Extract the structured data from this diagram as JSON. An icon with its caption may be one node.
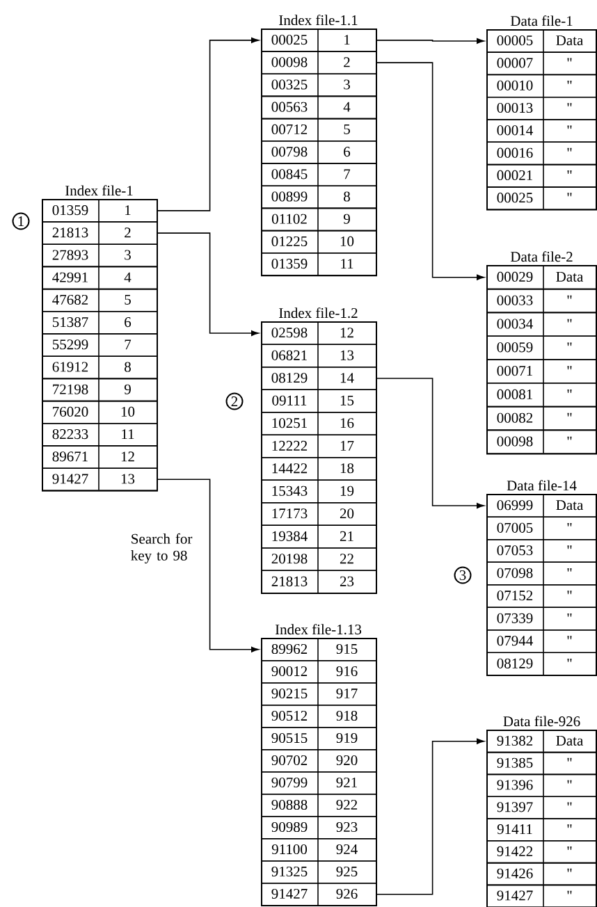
{
  "diagram": {
    "nodes": [
      {
        "text": [
          "1"
        ]
      },
      {
        "text": [
          "Index file-1"
        ]
      },
      {
        "text": [
          "01359",
          "1"
        ],
        "in": 1
      },
      {
        "text": [
          "21813",
          "2"
        ],
        "in": 1
      },
      {
        "text": [
          "27893",
          "3"
        ],
        "in": 1
      },
      {
        "text": [
          "42991",
          "4"
        ],
        "in": 1
      },
      {
        "text": [
          "47682",
          "5"
        ],
        "in": 1
      },
      {
        "text": [
          "51387",
          "6"
        ],
        "in": 1
      },
      {
        "text": [
          "55299",
          "7"
        ],
        "in": 1
      },
      {
        "text": [
          "61912",
          "8"
        ],
        "in": 1
      },
      {
        "text": [
          "72198",
          "9"
        ],
        "in": 1
      },
      {
        "text": [
          "76020",
          "10"
        ],
        "in": 1
      },
      {
        "text": [
          "82233",
          "11"
        ],
        "in": 1
      },
      {
        "text": [
          "89671",
          "12"
        ],
        "in": 1
      },
      {
        "text": [
          "91427",
          "13"
        ],
        "in": 1
      },
      {
        "text": [
          "Index file-1.1"
        ]
      },
      {
        "text": [
          "00025",
          "1"
        ],
        "in": 15
      },
      {
        "text": [
          "00098",
          "2"
        ],
        "in": 15
      },
      {
        "text": [
          "00325",
          "3"
        ],
        "in": 15
      },
      {
        "text": [
          "00563",
          "4"
        ],
        "in": 15
      },
      {
        "text": [
          "00712",
          "5"
        ],
        "in": 15
      },
      {
        "text": [
          "00798",
          "6"
        ],
        "in": 15
      },
      {
        "text": [
          "00845",
          "7"
        ],
        "in": 15
      },
      {
        "text": [
          "00899",
          "8"
        ],
        "in": 15
      },
      {
        "text": [
          "01102",
          "9"
        ],
        "in": 15
      },
      {
        "text": [
          "01225",
          "10"
        ],
        "in": 15
      },
      {
        "text": [
          "01359",
          "11"
        ],
        "in": 15
      },
      {
        "text": [
          "2"
        ]
      },
      {
        "text": [
          "Index file-1.2"
        ]
      },
      {
        "text": [
          "02598",
          "12"
        ],
        "in": 28
      },
      {
        "text": [
          "06821",
          "13"
        ],
        "in": 28
      },
      {
        "text": [
          "08129",
          "14"
        ],
        "in": 28
      },
      {
        "text": [
          "09111",
          "15"
        ],
        "in": 28
      },
      {
        "text": [
          "10251",
          "16"
        ],
        "in": 28
      },
      {
        "text": [
          "12222",
          "17"
        ],
        "in": 28
      },
      {
        "text": [
          "14422",
          "18"
        ],
        "in": 28
      },
      {
        "text": [
          "15343",
          "19"
        ],
        "in": 28
      },
      {
        "text": [
          "17173",
          "20"
        ],
        "in": 28
      },
      {
        "text": [
          "19384",
          "21"
        ],
        "in": 28
      },
      {
        "text": [
          "20198",
          "22"
        ],
        "in": 28
      },
      {
        "text": [
          "21813",
          "23"
        ],
        "in": 28
      },
      {
        "text": [
          "Index file-1.13"
        ]
      },
      {
        "text": [
          "89962",
          "915"
        ],
        "in": 41
      },
      {
        "text": [
          "90012",
          "916"
        ],
        "in": 41
      },
      {
        "text": [
          "90215",
          "917"
        ],
        "in": 41
      },
      {
        "text": [
          "90512",
          "918"
        ],
        "in": 41
      },
      {
        "text": [
          "90515",
          "919"
        ],
        "in": 41
      },
      {
        "text": [
          "90702",
          "920"
        ],
        "in": 41
      },
      {
        "text": [
          "90799",
          "921"
        ],
        "in": 41
      },
      {
        "text": [
          "90888",
          "922"
        ],
        "in": 41
      },
      {
        "text": [
          "90989",
          "923"
        ],
        "in": 41
      },
      {
        "text": [
          "91100",
          "924"
        ],
        "in": 41
      },
      {
        "text": [
          "91325",
          "925"
        ],
        "in": 41
      },
      {
        "text": [
          "91427",
          "926"
        ],
        "in": 41
      },
      {
        "text": [
          "Data file-1"
        ]
      },
      {
        "text": [
          "00005",
          "Data"
        ],
        "in": 54
      },
      {
        "text": [
          "00007",
          "\""
        ],
        "in": 54
      },
      {
        "text": [
          "00010",
          "\""
        ],
        "in": 54
      },
      {
        "text": [
          "00013",
          "\""
        ],
        "in": 54
      },
      {
        "text": [
          "00014",
          "\""
        ],
        "in": 54
      },
      {
        "text": [
          "00016",
          "\""
        ],
        "in": 54
      },
      {
        "text": [
          "00021",
          "\""
        ],
        "in": 54
      },
      {
        "text": [
          "00025",
          "\""
        ],
        "in": 54
      },
      {
        "text": [
          "Data file-2"
        ]
      },
      {
        "text": [
          "00029",
          "Data"
        ],
        "in": 63
      },
      {
        "text": [
          "00033",
          "\""
        ],
        "in": 63
      },
      {
        "text": [
          "00034",
          "\""
        ],
        "in": 63
      },
      {
        "text": [
          "00059",
          "\""
        ],
        "in": 63
      },
      {
        "text": [
          "00071",
          "\""
        ],
        "in": 63
      },
      {
        "text": [
          "00081",
          "\""
        ],
        "in": 63
      },
      {
        "text": [
          "00082",
          "\""
        ],
        "in": 63
      },
      {
        "text": [
          "00098",
          "\""
        ],
        "in": 63
      },
      {
        "text": [
          "3"
        ]
      },
      {
        "text": [
          "Data file-14"
        ]
      },
      {
        "text": [
          "06999",
          "Data"
        ],
        "in": 73
      },
      {
        "text": [
          "07005",
          "\""
        ],
        "in": 73
      },
      {
        "text": [
          "07053",
          "\""
        ],
        "in": 73
      },
      {
        "text": [
          "07098",
          "\""
        ],
        "in": 73
      },
      {
        "text": [
          "07152",
          "\""
        ],
        "in": 73
      },
      {
        "text": [
          "07339",
          "\""
        ],
        "in": 73
      },
      {
        "text": [
          "07944",
          "\""
        ],
        "in": 73
      },
      {
        "text": [
          "08129",
          "\""
        ],
        "in": 73
      },
      {
        "text": [
          "Data file-926"
        ]
      },
      {
        "text": [
          "91382",
          "Data"
        ],
        "in": 82
      },
      {
        "text": [
          "91385",
          "\""
        ],
        "in": 82
      },
      {
        "text": [
          "91396",
          "\""
        ],
        "in": 82
      },
      {
        "text": [
          "91397",
          "\""
        ],
        "in": 82
      },
      {
        "text": [
          "91411",
          "\""
        ],
        "in": 82
      },
      {
        "text": [
          "91422",
          "\""
        ],
        "in": 82
      },
      {
        "text": [
          "91426",
          "\""
        ],
        "in": 82
      },
      {
        "text": [
          "91427",
          "\""
        ],
        "in": 82
      }
    ],
    "edges": [
      {
        "from": 2,
        "to": 16,
        "arrow": "to"
      },
      {
        "from": 3,
        "to": 29,
        "arrow": "to"
      },
      {
        "from": 14,
        "to": 42,
        "arrow": "to"
      },
      {
        "from": 16,
        "to": 55,
        "arrow": "to"
      },
      {
        "from": 17,
        "to": 64,
        "arrow": "to"
      },
      {
        "from": 31,
        "to": 74,
        "arrow": "to"
      },
      {
        "from": 53,
        "to": 83,
        "arrow": "to"
      }
    ],
    "labels": [
      "Search for key to 98"
    ]
  }
}
